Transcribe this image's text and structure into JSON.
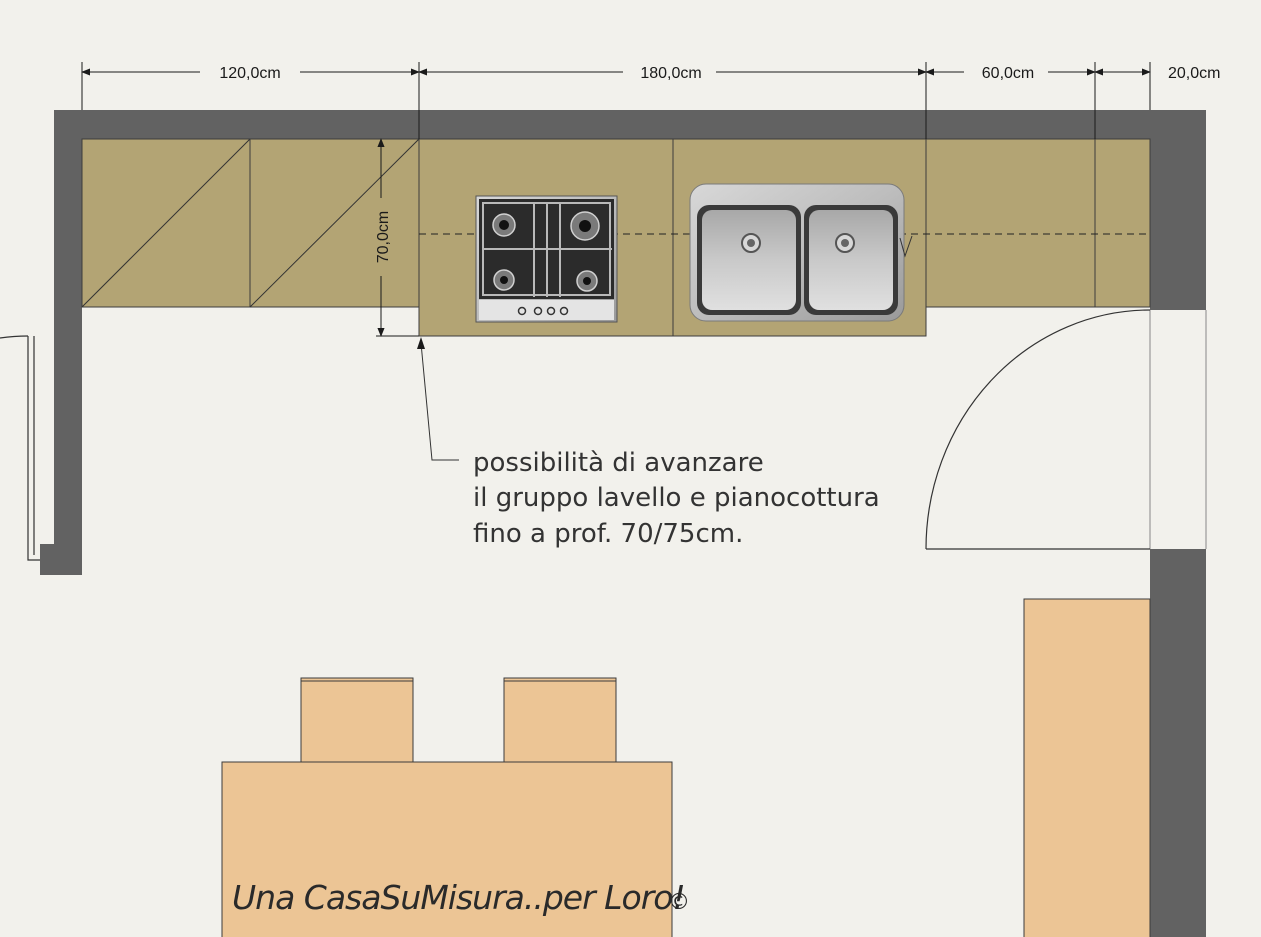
{
  "dimensions": {
    "d1": "120,0cm",
    "d2": "180,0cm",
    "d3": "60,0cm",
    "d4": "20,0cm",
    "depth": "70,0cm"
  },
  "note": {
    "line1": "possibilità di avanzare",
    "line2": "il gruppo lavello e pianocottura",
    "line3": "fino a prof. 70/75cm."
  },
  "brand": {
    "text": "Una CasaSuMisura..per Loro!",
    "copyright": "©"
  },
  "colors": {
    "background": "#f2f1ec",
    "wall": "#626262",
    "counter": "#b3a474",
    "furniture": "#ecc595",
    "line": "#1a1a1a"
  }
}
